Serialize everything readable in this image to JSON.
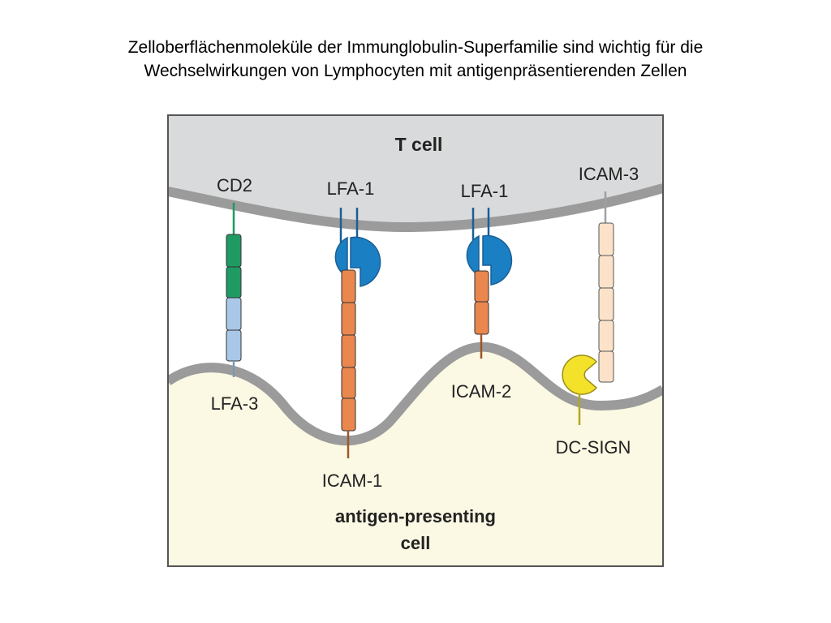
{
  "slide": {
    "title_line1": "Zelloberflächenmoleküle der Immunglobulin-Superfamilie sind wichtig für die",
    "title_line2": "Wechselwirkungen von Lymphocyten mit antigenpräsentierenden Zellen"
  },
  "diagram": {
    "t_cell_label": "T cell",
    "apc_label_line1": "antigen-presenting",
    "apc_label_line2": "cell",
    "molecules": {
      "cd2": "CD2",
      "lfa1_left": "LFA-1",
      "lfa1_right": "LFA-1",
      "icam3": "ICAM-3",
      "lfa3": "LFA-3",
      "icam1": "ICAM-1",
      "icam2": "ICAM-2",
      "dc_sign": "DC-SIGN"
    },
    "colors": {
      "t_cell_fill": "#d9dadb",
      "membrane": "#9b9b9b",
      "apc_fill": "#fbf8e3",
      "cd2_green": "#1f9a63",
      "lfa3_blue": "#a9c8e8",
      "lfa1_blue": "#1b7fc4",
      "icam_orange": "#e9874e",
      "icam3_peach": "#fbe2c9",
      "dc_sign_yellow": "#f3e12a"
    }
  }
}
